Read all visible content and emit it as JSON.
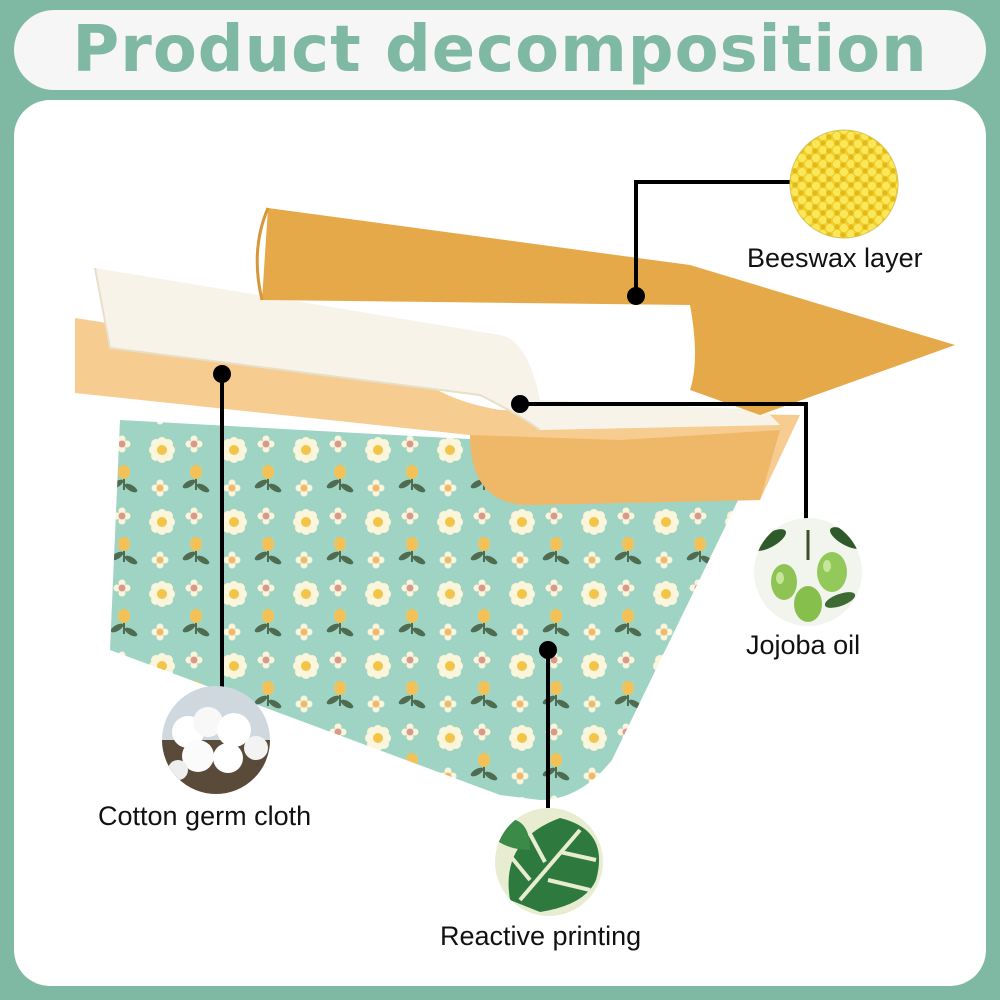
{
  "title": "Product decomposition",
  "components": {
    "beeswax": {
      "label": "Beeswax layer",
      "icon": "beeswax-pellets-icon"
    },
    "jojoba": {
      "label": "Jojoba oil",
      "icon": "jojoba-fruit-icon"
    },
    "cotton": {
      "label": "Cotton germ cloth",
      "icon": "cotton-boll-icon"
    },
    "printing": {
      "label": "Reactive printing",
      "icon": "monstera-leaf-icon"
    }
  },
  "colors": {
    "background": "#7fb8a3",
    "title_text": "#7fb8a3",
    "beeswax_layer": "#e6a94a",
    "wax_light": "#f5c98a",
    "cotton_layer": "#f7f3e8",
    "fabric": "#9fd4c4"
  }
}
